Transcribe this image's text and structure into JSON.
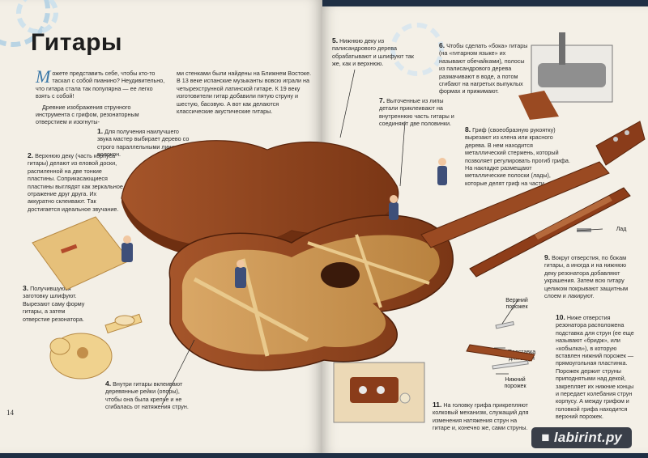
{
  "title": "Гитары",
  "intro": {
    "dropcap": "М",
    "text": "ожете представить себе, чтобы кто-то таскал с собой пианино? Неудивительно, что гитара стала так популярна — ее легко взять с собой!",
    "para2": "Древние изображения струнного инструмента с грифом, резонаторным отверстием и изогнуты-"
  },
  "top_right_col": "ми стенками были найдены на Ближнем Востоке. В 13 веке испанские музыканты вовсю играли на четырехструнной латинской гитаре. К 19 веку изготовители гитар добавили пятую струну и шестую, басовую. А вот как делаются классические акустические гитары.",
  "steps": [
    {
      "n": "1.",
      "text": "Для получения наилучшего звука мастер выбирает дерево со строго параллельными линиями волокон."
    },
    {
      "n": "2.",
      "text": "Верхнюю деку (часть корпуса гитары) делают из еловой доски, распиленной на две тонкие пластины. Соприкасающиеся пластины выглядят как зеркальное отражение друг друга. Их аккуратно склеивают. Так достигается идеальное звучание."
    },
    {
      "n": "3.",
      "text": "Получившуюся заготовку шлифуют. Вырезают саму форму гитары, а затем отверстие резонатора."
    },
    {
      "n": "4.",
      "text": "Внутри гитары вклеивают деревянные рейки (опоры), чтобы она была крепче и не сгибалась от натяжения струн."
    },
    {
      "n": "5.",
      "text": "Нижнюю деку из палисандрового дерева обрабатывают и шлифуют так же, как и верхнюю."
    },
    {
      "n": "6.",
      "text": "Чтобы сделать «бока» гитары (на «гитарном языке» их называют обечайками), полосы из палисандрового дерева размачивают в воде, а потом сгибают на нагретых выпуклых формах и прижимают."
    },
    {
      "n": "7.",
      "text": "Выточенные из липы детали приклеивают на внутреннюю часть гитары и соединяют две половинки."
    },
    {
      "n": "8.",
      "text": "Гриф (своеобразную рукоятку) вырезают из клена или красного дерева. В нем находится металлический стержень, который позволяет регулировать прогиб грифа. На накладке размещают металлические полоски (лады), которые делят гриф на части."
    },
    {
      "n": "9.",
      "text": "Вокруг отверстия, по бокам гитары, а иногда и на нижнюю деку резонатора добавляют украшения. Затем всю гитару целиком покрывают защитным слоем и лакируют."
    },
    {
      "n": "10.",
      "text": "Ниже отверстия резонатора расположена подставка для струн (ее еще называют «бридж», или «кобылка»), в которую вставлен нижний порожек — прямоугольная пластинка. Порожек держит струны приподнятыми над декой, закрепляет их нижние концы и передает колебания струн корпусу. А между грифом и головкой грифа находится верхний порожек."
    },
    {
      "n": "11.",
      "text": "На головку грифа прикрепляют колковый механизм, служащий для изменения натяжения струн на гитаре и, конечно же, сами струны."
    }
  ],
  "labels": {
    "lad": "Лад",
    "upper_nut": "Верхний\nпорожек",
    "bridge": "Подставка\nдля струн",
    "lower_nut": "Нижний\nпорожек"
  },
  "page_number": "14",
  "watermark": {
    "prefix": "■ ",
    "name": "labirint",
    "suffix": ".ру"
  }
}
